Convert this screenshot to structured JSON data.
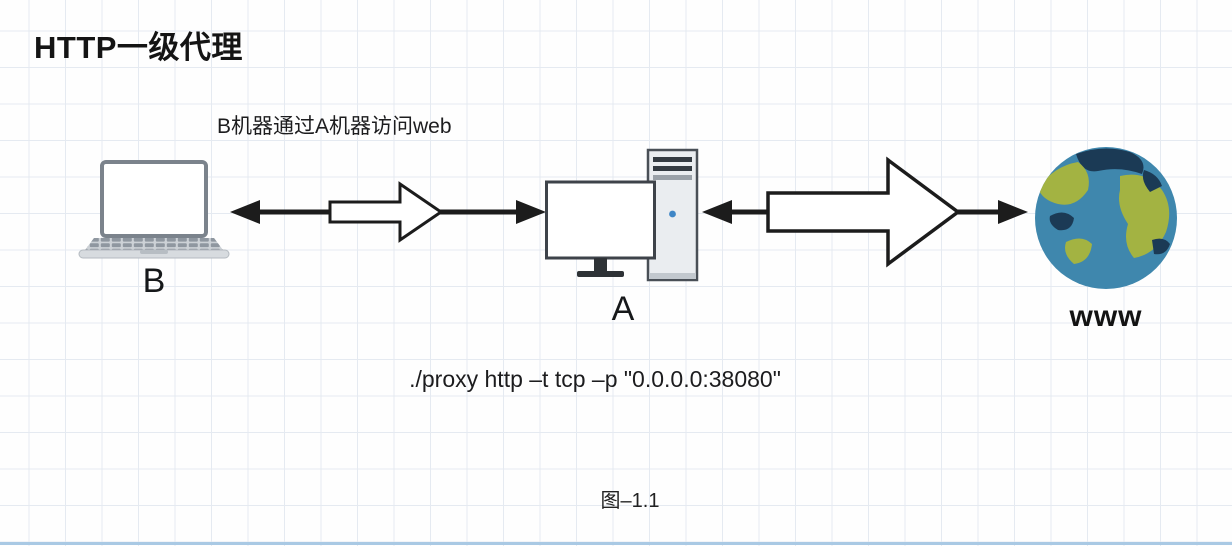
{
  "title": "HTTP一级代理",
  "flow_label": "B机器通过A机器访问web",
  "nodes": {
    "client": {
      "label": "B",
      "icon": "laptop-icon"
    },
    "proxy": {
      "label": "A",
      "icon": "desktop-icon"
    },
    "web": {
      "label": "www",
      "icon": "globe-icon"
    }
  },
  "command": "./proxy http –t tcp –p \"0.0.0.0:38080\"",
  "caption": "图–1.1",
  "colors": {
    "globe_ocean": "#3f87ad",
    "globe_land": "#a3b342",
    "globe_dark": "#1b3a55",
    "arrow_stroke": "#1c1c1c"
  }
}
